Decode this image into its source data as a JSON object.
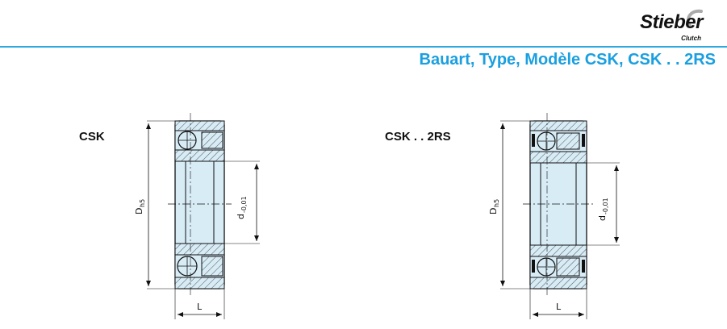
{
  "header": {
    "brand": "Stieber",
    "brand_sub": "Clutch",
    "title": "Bauart, Type, Modèle CSK, CSK . . 2RS"
  },
  "variants": [
    {
      "label": "CSK",
      "outer_dim": "D",
      "outer_sub": "h5",
      "inner_dim": "d",
      "inner_sub": "-0,01",
      "width_dim": "L"
    },
    {
      "label": "CSK . . 2RS",
      "outer_dim": "D",
      "outer_sub": "h5",
      "inner_dim": "d",
      "inner_sub": "-0,01",
      "width_dim": "L"
    }
  ],
  "colors": {
    "accent": "#1a9fe0",
    "rule": "#2ea8e0",
    "fill": "#d8ecf6",
    "line": "#111111"
  }
}
